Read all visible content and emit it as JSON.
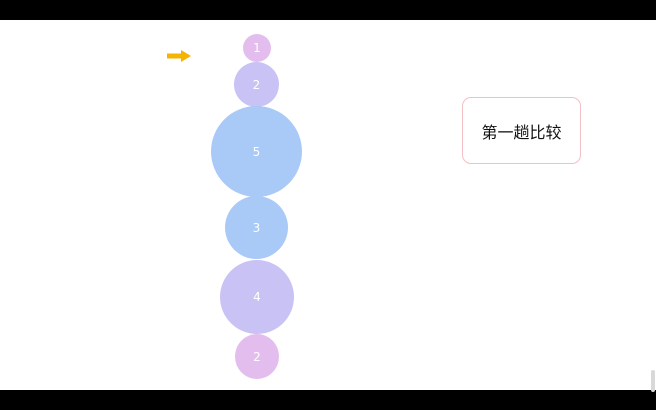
{
  "colors": {
    "pink": "#e3bdee",
    "violet": "#c9c2f4",
    "blue": "#a9c9f7",
    "pointer": "#f5b400",
    "label_border": "#f2c0c4"
  },
  "pointer": {
    "icon": "arrow-right-icon"
  },
  "balls": [
    {
      "value": "1",
      "color": "pink"
    },
    {
      "value": "2",
      "color": "violet"
    },
    {
      "value": "5",
      "color": "blue"
    },
    {
      "value": "3",
      "color": "blue"
    },
    {
      "value": "4",
      "color": "violet"
    },
    {
      "value": "2",
      "color": "pink"
    }
  ],
  "round_label": "第一趟比较"
}
